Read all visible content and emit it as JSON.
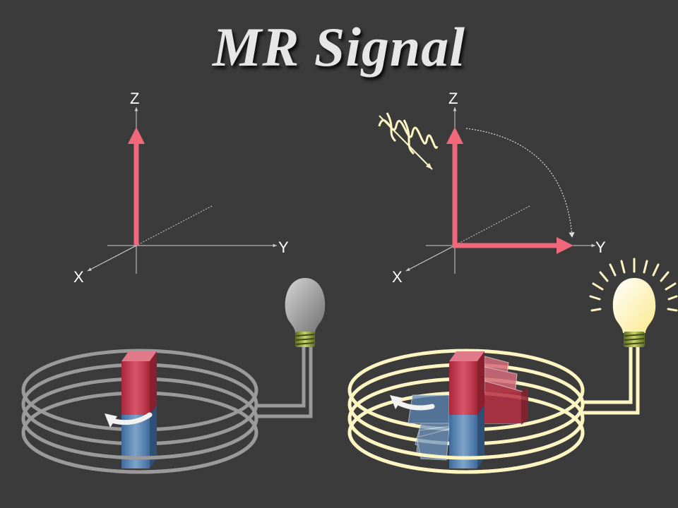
{
  "title": "MR Signal",
  "left_diagram": {
    "axis_z": "Z",
    "axis_y": "Y",
    "axis_x": "X"
  },
  "right_diagram": {
    "axis_z": "Z",
    "axis_y": "Y",
    "axis_x": "X"
  },
  "colors": {
    "background": "#3b3b3b",
    "vector": "#f0687a",
    "coil_off": "#9a9a9a",
    "coil_on": "#fdf6c3",
    "magnet_red": "#c2384a",
    "magnet_blue": "#5b86b5",
    "bulb_off": "#9a9a9a",
    "bulb_on": "#fff6b0"
  },
  "icons": [
    "lightbulb-off-icon",
    "lightbulb-on-icon",
    "rf-pulse-icon",
    "rotation-arrow-icon"
  ]
}
